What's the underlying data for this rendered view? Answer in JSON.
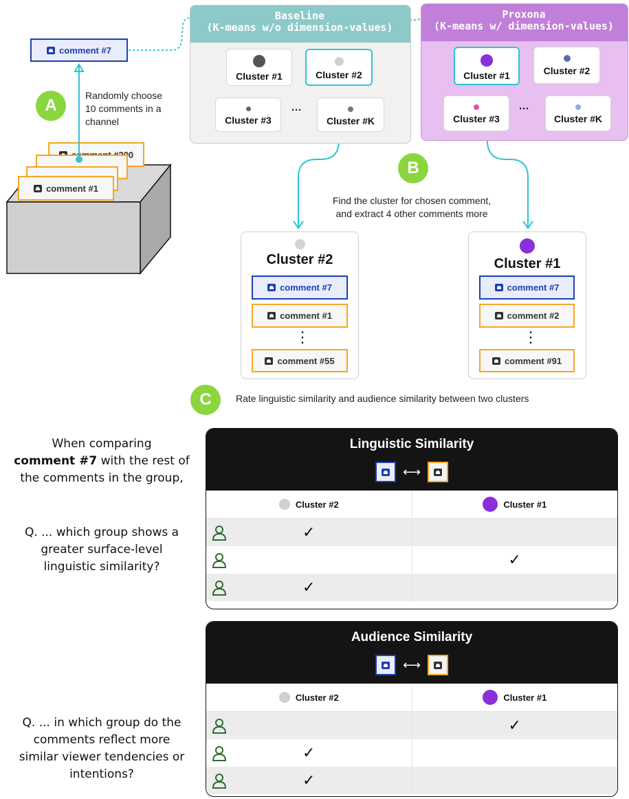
{
  "colors": {
    "cyan": "#2ec4d6",
    "orange": "#f5a623",
    "blue": "#1e3fb0",
    "green": "#8bd63f",
    "purple": "#8b2fd9",
    "baseline_header": "#8ec9c9",
    "proxona_header": "#c07fd8"
  },
  "step_a": {
    "tag": "A",
    "chosen": "comment #7",
    "note": [
      "Randomly choose",
      "10 comments in a",
      "channel"
    ],
    "stack": [
      "comment #200",
      "comment #1"
    ]
  },
  "baseline": {
    "title_line1": "Baseline",
    "title_line2": "(K-means w/o dimension-values)",
    "clusters": [
      "Cluster #1",
      "Cluster #2",
      "Cluster #3",
      "Cluster #K"
    ],
    "ellipsis": "···"
  },
  "proxona": {
    "title_line1": "Proxona",
    "title_line2": "(K-means w/ dimension-values)",
    "clusters": [
      "Cluster #1",
      "Cluster #2",
      "Cluster #3",
      "Cluster #K"
    ],
    "ellipsis": "···"
  },
  "step_b": {
    "tag": "B",
    "note": [
      "Find the cluster for chosen comment,",
      "and extract 4 other comments more"
    ]
  },
  "result_left": {
    "title": "Cluster #2",
    "comments": [
      "comment #7",
      "comment #1",
      "comment #55"
    ],
    "vdots": "⋮"
  },
  "result_right": {
    "title": "Cluster #1",
    "comments": [
      "comment #7",
      "comment #2",
      "comment #91"
    ],
    "vdots": "⋮"
  },
  "step_c": {
    "tag": "C",
    "note": "Rate linguistic similarity and audience similarity between two clusters"
  },
  "questions": {
    "intro_line1": "When comparing",
    "intro_bold": "comment #7",
    "intro_rest": " with the rest of",
    "intro_line3": "the comments in the group,",
    "q1": [
      "Q. ... which group shows a",
      "greater surface-level",
      "linguistic similarity?"
    ],
    "q2": [
      "Q. ... in which group do the",
      "comments reflect more",
      "similar viewer tendencies or",
      "intentions?"
    ]
  },
  "linguistic": {
    "title": "Linguistic Similarity",
    "arrow": "⟷",
    "columns": [
      "Cluster #2",
      "Cluster #1"
    ],
    "rows": [
      [
        "✓",
        ""
      ],
      [
        "",
        "✓"
      ],
      [
        "✓",
        ""
      ]
    ]
  },
  "audience": {
    "title": "Audience Similarity",
    "arrow": "⟷",
    "columns": [
      "Cluster #2",
      "Cluster #1"
    ],
    "rows": [
      [
        "",
        "✓"
      ],
      [
        "✓",
        ""
      ],
      [
        "✓",
        ""
      ]
    ]
  }
}
